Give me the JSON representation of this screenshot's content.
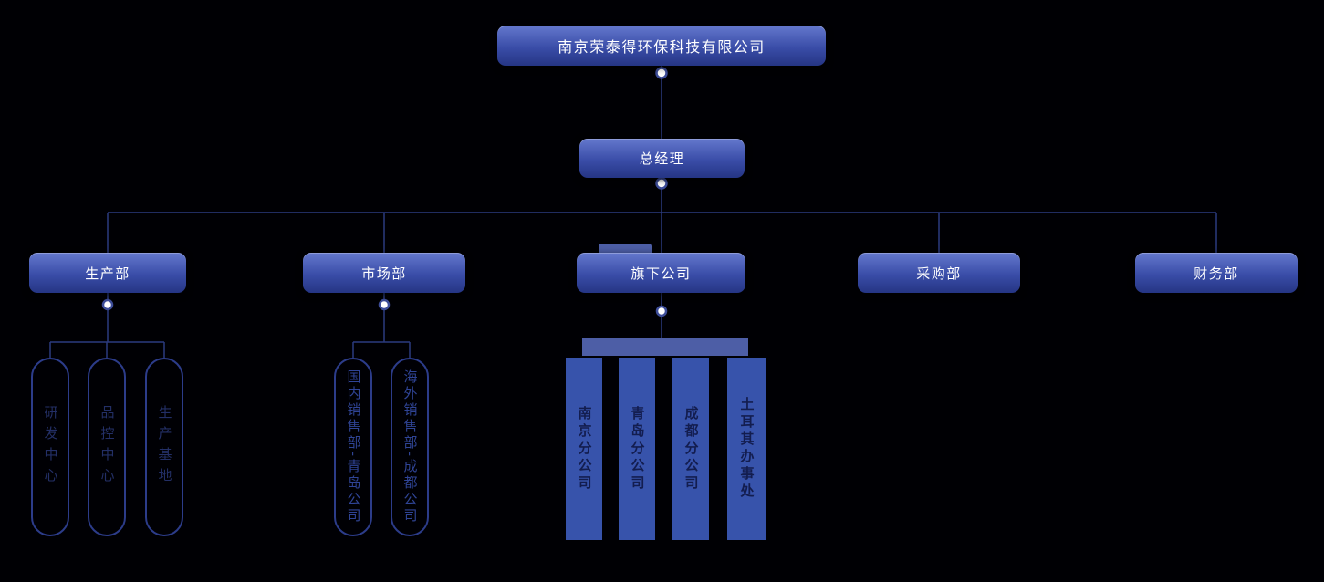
{
  "colors": {
    "bg": "#000004",
    "box-top": "#6478cd",
    "box-mid": "#3a4da8",
    "box-bottom": "#253584",
    "line": "#2b3a7e",
    "dot-fill": "#ffffff",
    "dot-ring": "#3d4d99",
    "capsule-border": "#2c3c8a",
    "capsule-text": "#232f66",
    "market-text": "#2f4496",
    "column-bg": "#3753ab",
    "column-text": "#131d4f",
    "architrave": "#4d5ea6"
  },
  "root": {
    "label": "南京荣泰得环保科技有限公司"
  },
  "ceo": {
    "label": "总经理"
  },
  "departments": [
    {
      "label": "生产部"
    },
    {
      "label": "市场部"
    },
    {
      "label": "旗下公司"
    },
    {
      "label": "采购部"
    },
    {
      "label": "财务部"
    }
  ],
  "production_children": [
    {
      "label": "研发中心"
    },
    {
      "label": "品控中心"
    },
    {
      "label": "生产基地"
    }
  ],
  "market_children": [
    {
      "label": "国内销售部-青岛公司"
    },
    {
      "label": "海外销售部-成都公司"
    }
  ],
  "subsidiary_children": [
    {
      "label": "南京分公司"
    },
    {
      "label": "青岛分公司"
    },
    {
      "label": "成都分公司"
    },
    {
      "label": "土耳其办事处"
    }
  ]
}
